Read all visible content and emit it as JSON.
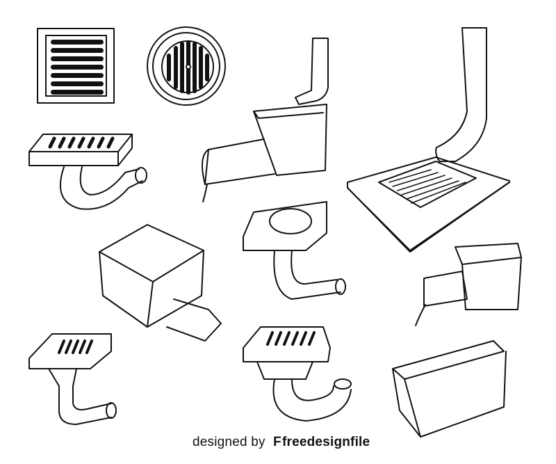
{
  "illustration": {
    "subject": "drains and gutter drainage fixtures, black and white line art",
    "items": [
      {
        "name": "square-vent-grate"
      },
      {
        "name": "round-floor-drain"
      },
      {
        "name": "gutter-downpipe-with-rain-chain-box"
      },
      {
        "name": "downspout-on-grate-slab"
      },
      {
        "name": "linear-grate-with-p-trap"
      },
      {
        "name": "square-drain-on-trap"
      },
      {
        "name": "square-grated-gully-box"
      },
      {
        "name": "small-grated-box-with-corrugated-pipe"
      },
      {
        "name": "floor-drain-with-elbow"
      },
      {
        "name": "floor-drain-with-s-trap"
      },
      {
        "name": "channel-drain-section"
      }
    ],
    "colors": {
      "ink": "#111111",
      "background": "#ffffff"
    }
  },
  "credit": {
    "prefix": "designed by",
    "logo": "F",
    "brand": "freedesignfile"
  }
}
